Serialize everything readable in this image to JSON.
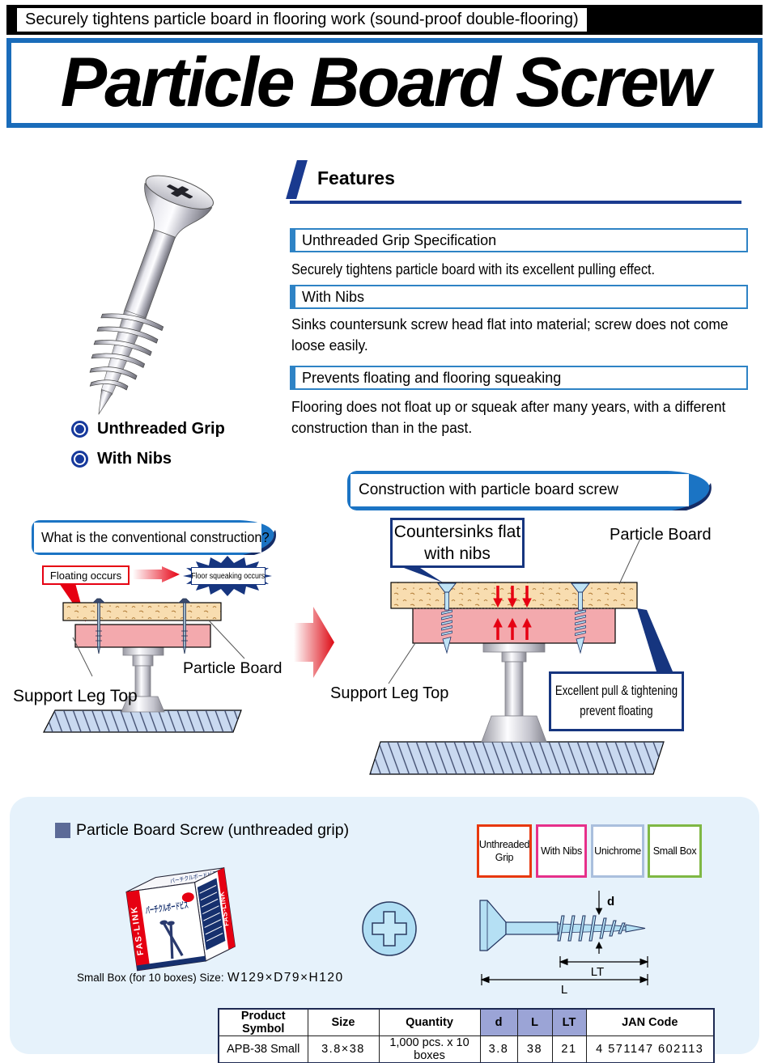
{
  "header": {
    "tagline": "Securely tightens particle board in flooring work (sound-proof double-flooring)",
    "title": "Particle Board Screw"
  },
  "features": {
    "heading": "Features",
    "items": [
      {
        "title": "Unthreaded Grip Specification",
        "body": "Securely tightens particle board with its excellent pulling effect."
      },
      {
        "title": "With Nibs",
        "body": "Sinks countersunk screw head flat into material; screw does not come loose easily."
      },
      {
        "title": "Prevents floating and flooring squeaking",
        "body": "Flooring does not float up or squeak after many years, with a different construction than in the past."
      }
    ]
  },
  "hero": {
    "bullets": [
      {
        "label": "Unthreaded Grip"
      },
      {
        "label": "With Nibs"
      }
    ]
  },
  "conventional": {
    "banner": "What is the conventional construction?",
    "floating": "Floating occurs",
    "squeaking": "Floor squeaking occurs",
    "support_leg": "Support Leg Top",
    "particle_board": "Particle Board"
  },
  "construction": {
    "banner": "Construction with particle board screw",
    "countersink_line1": "Countersinks flat",
    "countersink_line2": "with nibs",
    "particle_board": "Particle Board",
    "support_leg": "Support Leg Top",
    "benefit_line1": "Excellent pull & tightening",
    "benefit_line2": "prevent floating"
  },
  "product": {
    "section_title": "Particle Board Screw (unthreaded grip)",
    "badges": [
      {
        "label": "Unthreaded Grip",
        "color": "#e8380d"
      },
      {
        "label": "With Nibs",
        "color": "#e6308a"
      },
      {
        "label": "Unichrome",
        "color": "#aabfdd"
      },
      {
        "label": "Small Box",
        "color": "#7fb844"
      }
    ],
    "box": {
      "brand": "FAS-LINK",
      "title": "パーチクルボードビス",
      "size_label": "Small Box (for 10 boxes) Size:",
      "size_value": "W129×D79×H120"
    },
    "dims": {
      "d": "d",
      "lt": "LT",
      "l": "L"
    },
    "table": {
      "headers": [
        "Product Symbol",
        "Size",
        "Quantity",
        "d",
        "L",
        "LT",
        "JAN Code"
      ],
      "row": [
        "APB-38 Small",
        "3.8×38",
        "1,000 pcs. x 10 boxes",
        "3.8",
        "38",
        "21",
        "4 571147 602113"
      ],
      "header_accent": "#9ba4d6"
    },
    "colors": {
      "accent_blue": "#1b74c4",
      "navy": "#16357f",
      "red": "#e60012",
      "panel": "#e6f2fb"
    }
  }
}
